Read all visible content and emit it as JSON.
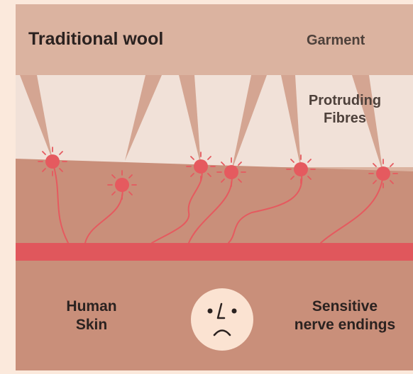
{
  "title": "Traditional wool",
  "labels": {
    "garment": "Garment",
    "fibres_line1": "Protruding",
    "fibres_line2": "Fibres",
    "skin_line1": "Human",
    "skin_line2": "Skin",
    "nerves_line1": "Sensitive",
    "nerves_line2": "nerve endings"
  },
  "colors": {
    "page_background": "#fbe9dc",
    "garment": "#dbb3a0",
    "air_gap": "#f1e1d8",
    "fibre": "#d4a592",
    "skin": "#c98f7a",
    "nerve_band": "#e0575c",
    "nerve_ending": "#e55a5f",
    "sad_face_bg": "#fbe3d2"
  },
  "icons": {
    "face": "sad-face-icon",
    "nerve": "irritated-nerve-ending-icon"
  }
}
